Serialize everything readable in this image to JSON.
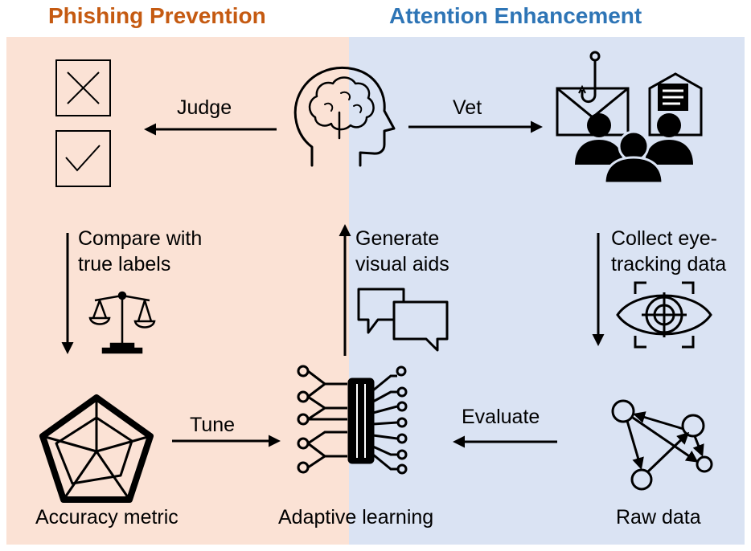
{
  "sections": {
    "left_title": "Phishing Prevention",
    "right_title": "Attention Enhancement"
  },
  "colors": {
    "left_title": "#c55a11",
    "right_title": "#2e75b6",
    "left_panel": "#fbe2d5",
    "right_panel": "#dae3f3"
  },
  "edges": {
    "judge": "Judge",
    "vet": "Vet",
    "compare_line1": "Compare with",
    "compare_line2": "true labels",
    "generate_line1": "Generate",
    "generate_line2": "visual aids",
    "collect_line1": "Collect eye-",
    "collect_line2": "tracking data",
    "tune": "Tune",
    "evaluate": "Evaluate"
  },
  "nodes": {
    "accuracy": "Accuracy metric",
    "adaptive": "Adaptive learning",
    "raw": "Raw data"
  },
  "icons": [
    "cross-box-icon",
    "check-box-icon",
    "brain-head-icon",
    "phishing-email-users-icon",
    "scales-icon",
    "chat-bubbles-icon",
    "eye-tracking-icon",
    "radar-chart-icon",
    "neural-chip-icon",
    "graph-nodes-icon"
  ]
}
